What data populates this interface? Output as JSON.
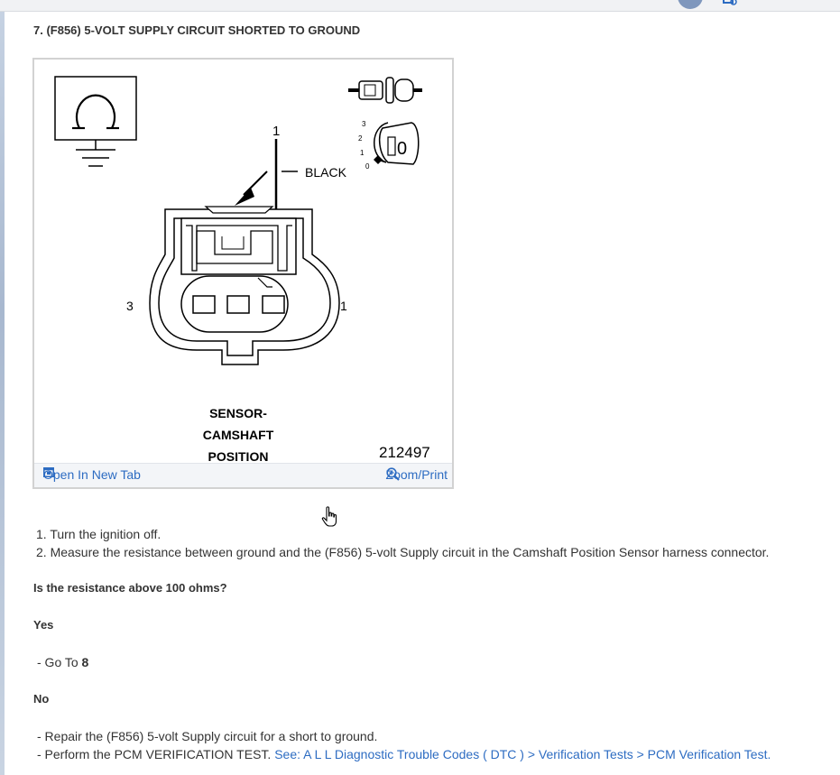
{
  "step_title": "7. (F856) 5-VOLT SUPPLY CIRCUIT SHORTED TO GROUND",
  "figure": {
    "pin_label_top": "1",
    "wire_color": "BLACK",
    "pin_left": "3",
    "pin_right": "1",
    "switch_pos_3": "3",
    "switch_pos_2": "2",
    "switch_pos_1": "1",
    "switch_pos_0": "0",
    "key_label": "0",
    "caption_line1": "SENSOR-",
    "caption_line2": "CAMSHAFT",
    "caption_line3": "POSITION",
    "figure_id": "212497",
    "open_tab_label": "Open In New Tab",
    "zoom_label": "Zoom/Print"
  },
  "steps": [
    "1. Turn the ignition off.",
    "2. Measure the resistance between ground and the (F856) 5-volt Supply circuit in the Camshaft Position Sensor harness connector."
  ],
  "question": "Is the resistance above 100 ohms?",
  "yes": {
    "label": "Yes",
    "action_prefix": "-  Go To ",
    "action_target": "8"
  },
  "no": {
    "label": "No",
    "action1": "-  Repair the (F856) 5-volt Supply circuit for a short to ground.",
    "action2_prefix": "-  Perform the PCM VERIFICATION TEST. ",
    "action2_link": "See: A L L Diagnostic Trouble Codes ( DTC ) > Verification Tests > PCM Verification Test."
  },
  "colors": {
    "link": "#2d6cc2",
    "text": "#333333",
    "figure_border": "#d2d2d2"
  }
}
